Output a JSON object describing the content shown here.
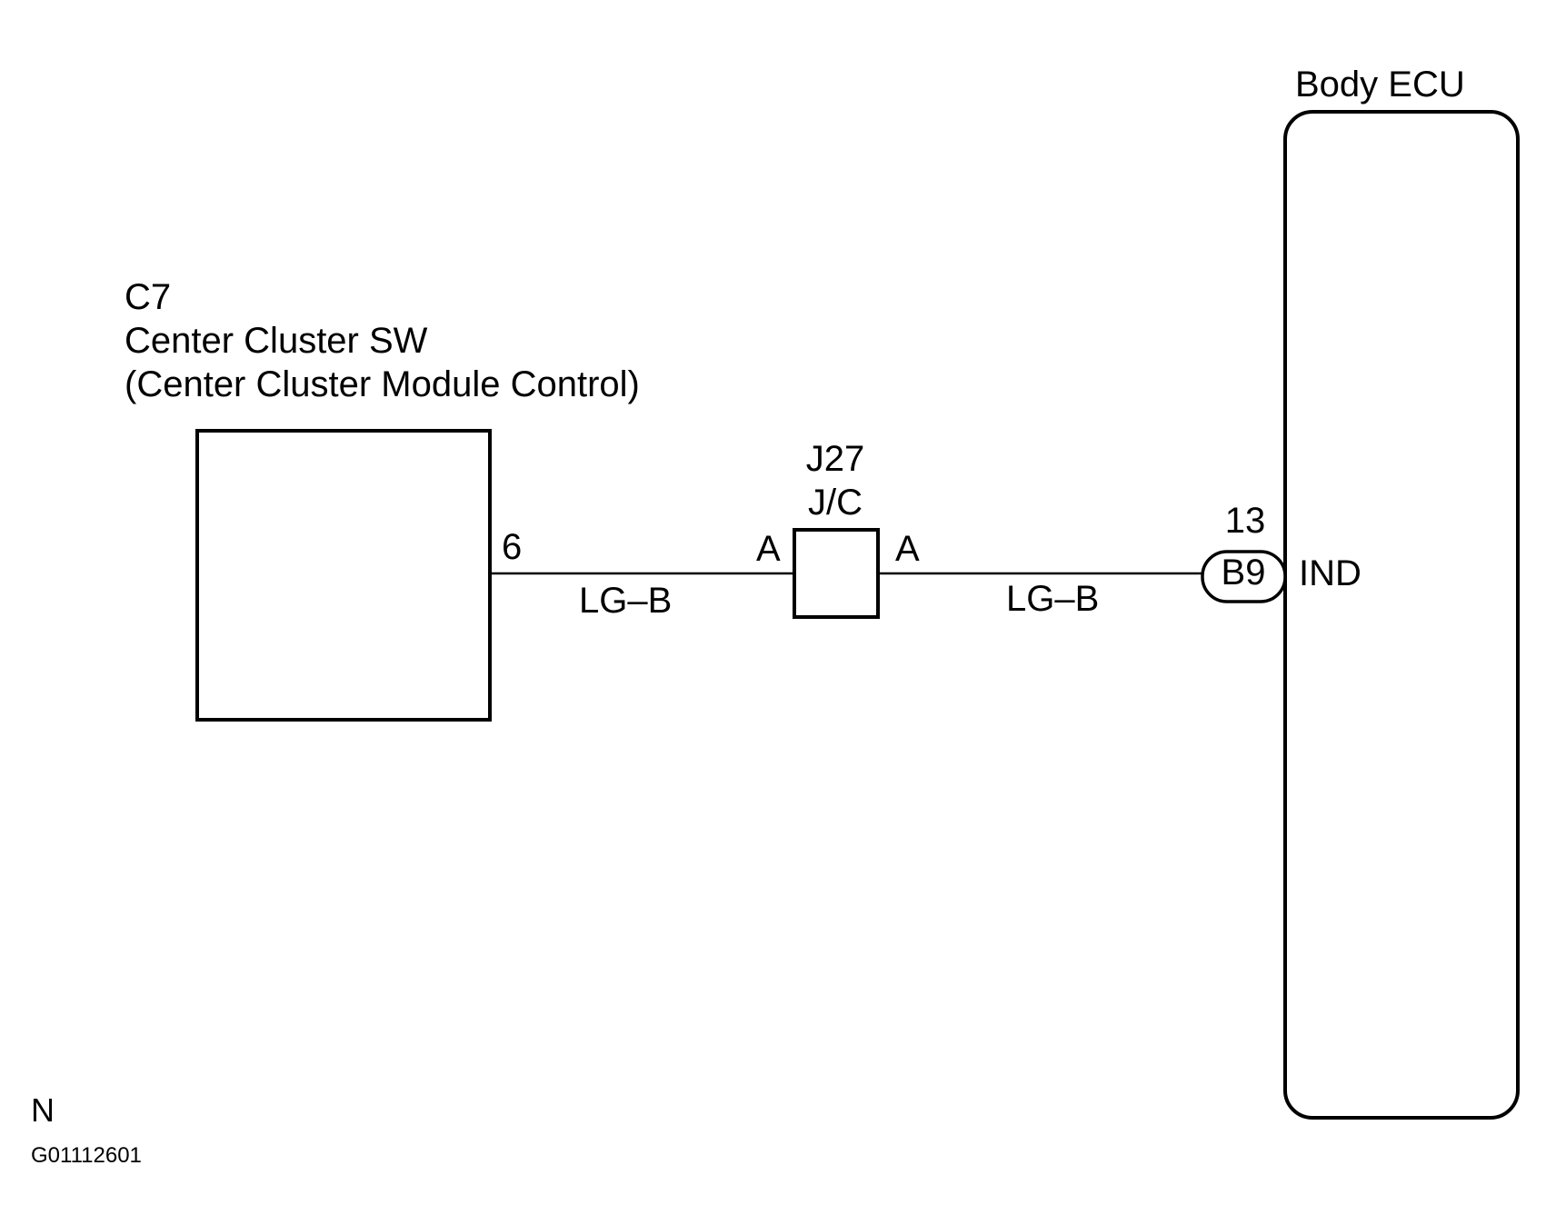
{
  "components": {
    "c7": {
      "code": "C7",
      "name": "Center Cluster SW",
      "subtitle": "(Center Cluster Module Control)",
      "pin": "6"
    },
    "j27": {
      "code": "J27",
      "type": "J/C",
      "pin_left": "A",
      "pin_right": "A"
    },
    "body_ecu": {
      "name": "Body ECU",
      "pin_number": "13",
      "connector": "B9",
      "terminal": "IND"
    }
  },
  "wires": [
    {
      "color_code": "LG–B"
    },
    {
      "color_code": "LG–B"
    }
  ],
  "footer": {
    "letter": "N",
    "figure_id": "G01112601"
  }
}
